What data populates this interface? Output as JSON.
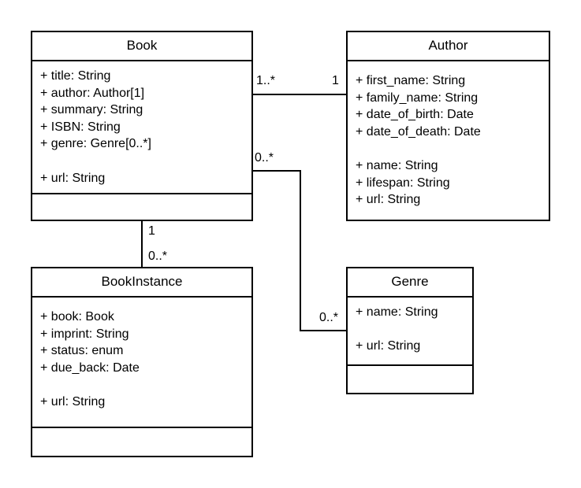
{
  "classes": {
    "book": {
      "name": "Book",
      "attributes": [
        "+ title: String",
        "+ author: Author[1]",
        "+ summary: String",
        "+ ISBN: String",
        "+ genre: Genre[0..*]"
      ],
      "methods": [
        "+ url: String"
      ]
    },
    "author": {
      "name": "Author",
      "attributes": [
        "+ first_name: String",
        "+ family_name: String",
        "+ date_of_birth: Date",
        "+ date_of_death: Date"
      ],
      "methods": [
        "+ name: String",
        "+ lifespan: String",
        "+ url: String"
      ]
    },
    "bookinstance": {
      "name": "BookInstance",
      "attributes": [
        "+ book: Book",
        "+ imprint: String",
        "+ status: enum",
        "+ due_back: Date"
      ],
      "methods": [
        "+ url: String"
      ]
    },
    "genre": {
      "name": "Genre",
      "attributes": [
        "+ name: String"
      ],
      "methods": [
        "+ url: String"
      ]
    }
  },
  "associations": {
    "book_author": {
      "book_end": "1..*",
      "author_end": "1"
    },
    "book_bookinstance": {
      "book_end": "1",
      "bookinstance_end": "0..*"
    },
    "book_genre": {
      "book_end": "0..*",
      "genre_end": "0..*"
    }
  }
}
